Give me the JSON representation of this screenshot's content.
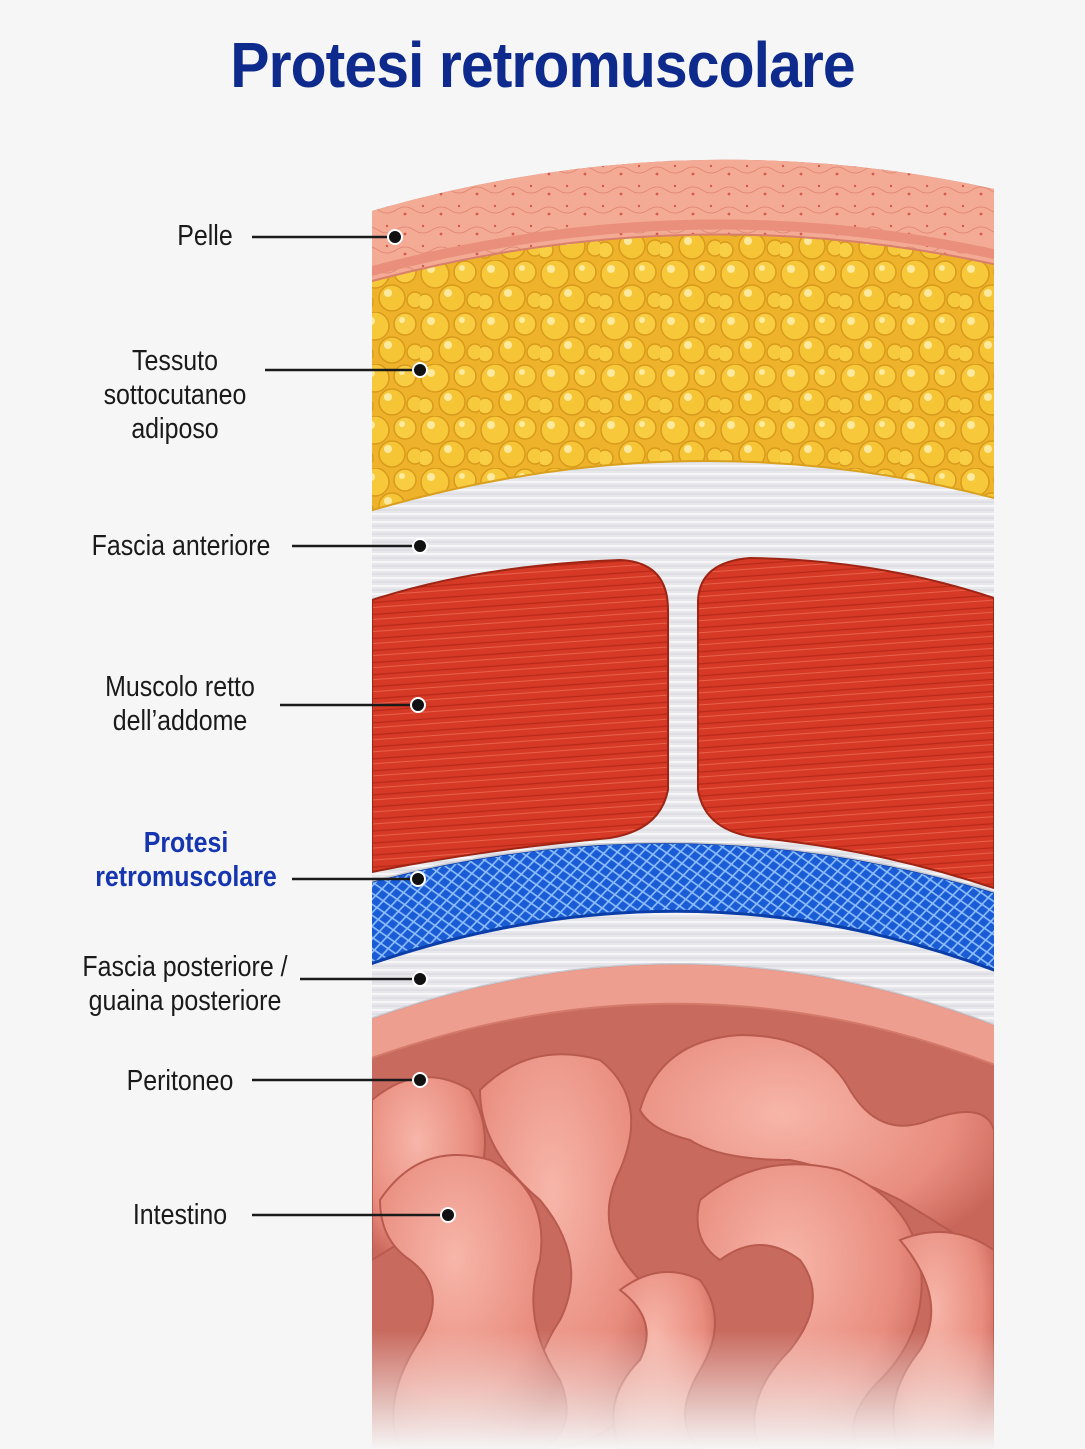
{
  "title": "Protesi retromuscolare",
  "labels": {
    "pelle": "Pelle",
    "tessuto": "Tessuto\nsottocutaneo\nadiposo",
    "fascia_anteriore": "Fascia anteriore",
    "muscolo": "Muscolo retto\ndell’addome",
    "protesi": "Protesi\nretromuscolare",
    "fascia_posteriore": "Fascia posteriore /\nguaina posteriore",
    "peritoneo": "Peritoneo",
    "intestino": "Intestino"
  },
  "colors": {
    "title": "#0d2a8c",
    "highlight_label": "#1536b0",
    "skin": "#f2a48f",
    "fat": "#f7c735",
    "fascia": "#e6e6ea",
    "muscle": "#d63a26",
    "mesh": "#2a6fe0",
    "peritoneum": "#ee9e8e",
    "intestine": "#e98d80"
  }
}
